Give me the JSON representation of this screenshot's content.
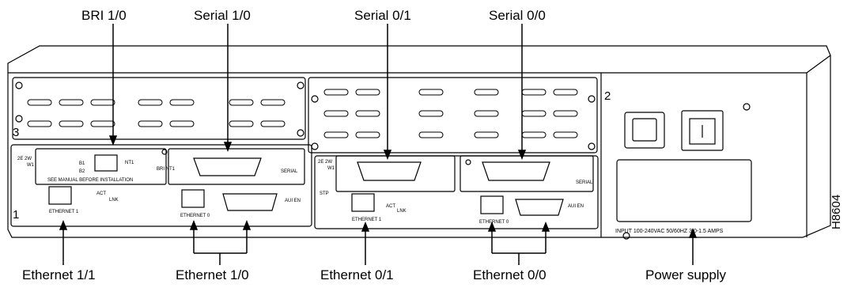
{
  "callouts": {
    "bri_1_0": "BRI 1/0",
    "serial_1_0": "Serial 1/0",
    "serial_0_1": "Serial 0/1",
    "serial_0_0": "Serial 0/0",
    "ethernet_1_1": "Ethernet 1/1",
    "ethernet_1_0": "Ethernet 1/0",
    "ethernet_0_1": "Ethernet 0/1",
    "ethernet_0_0": "Ethernet 0/0",
    "power_supply": "Power supply"
  },
  "figure_id": "H8604",
  "slot_numbers": {
    "slot1": "1",
    "slot2": "2",
    "slot3": "3"
  },
  "panel_labels": {
    "see_manual": "SEE MANUAL BEFORE INSTALLATION",
    "ethernet_1": "ETHERNET 1",
    "ethernet_0": "ETHERNET 0",
    "aui_en": "AUI EN",
    "serial": "SERIAL",
    "bri_nt1": "BRI NT1",
    "nt1": "NT1",
    "b1": "B1",
    "b2": "B2",
    "stp": "STP",
    "act": "ACT",
    "lnk": "LNK",
    "w1": "W1",
    "two_e_two_w": "2E 2W",
    "input_rating": "INPUT 100-240VAC 50/60HZ 3.0-1.5 AMPS"
  },
  "colors": {
    "line": "#000000",
    "background": "#ffffff",
    "panel": "#ffffff"
  }
}
